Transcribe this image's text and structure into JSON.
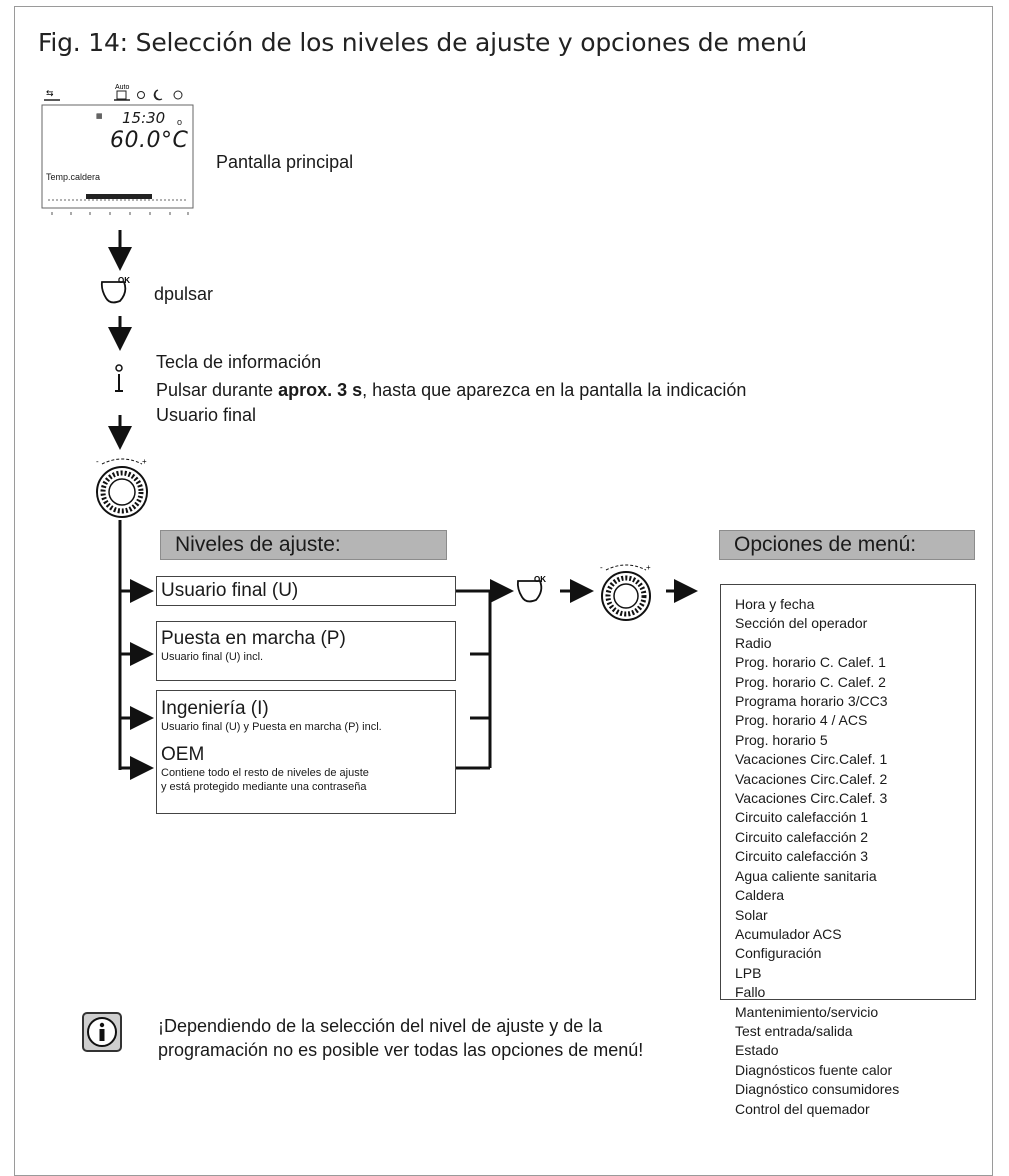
{
  "title": "Fig. 14: Selección de los niveles de ajuste y opciones de menú",
  "lcd": {
    "time": "15:30",
    "temperature": "60.0°C",
    "label": "Temp.caldera",
    "mode_label": "Auto"
  },
  "steps": {
    "main_screen": "Pantalla principal",
    "press": "dpulsar",
    "info_key_title": "Tecla de información",
    "info_key_text_pre": "Pulsar durante ",
    "info_key_text_bold": "aprox. 3 s",
    "info_key_text_post": ", hasta que aparezca en la pantalla la indicación",
    "info_key_text_line2": "Usuario final"
  },
  "levels_header": "Niveles de ajuste:",
  "menu_header": "Opciones de menú:",
  "levels": [
    {
      "name": "Usuario final (U)",
      "note": ""
    },
    {
      "name": "Puesta en marcha (P)",
      "note": "Usuario final (U) incl."
    },
    {
      "name": "Ingeniería (I)",
      "note": "Usuario final (U) y Puesta en marcha (P) incl."
    },
    {
      "name": "OEM",
      "note": "Contiene todo el resto de niveles de ajuste",
      "note2": "y está protegido mediante una contraseña"
    }
  ],
  "menu_options": [
    "Hora y fecha",
    "Sección del operador",
    "Radio",
    "Prog. horario C. Calef. 1",
    "Prog. horario C. Calef. 2",
    "Programa horario 3/CC3",
    "Prog. horario 4 / ACS",
    "Prog. horario 5",
    "Vacaciones Circ.Calef. 1",
    "Vacaciones Circ.Calef. 2",
    "Vacaciones Circ.Calef. 3",
    "Circuito calefacción 1",
    "Circuito calefacción 2",
    "Circuito calefacción 3",
    "Agua caliente sanitaria",
    "Caldera",
    "Solar",
    "Acumulador ACS",
    "Configuración",
    "LPB",
    "Fallo",
    "Mantenimiento/servicio",
    "Test entrada/salida",
    "Estado",
    "Diagnósticos fuente calor",
    "Diagnóstico consumidores",
    "Control del quemador"
  ],
  "note": {
    "line1": "¡Dependiendo de la selección del nivel de ajuste y de la",
    "line2": "programación no es posible ver todas las opciones de menú!"
  }
}
